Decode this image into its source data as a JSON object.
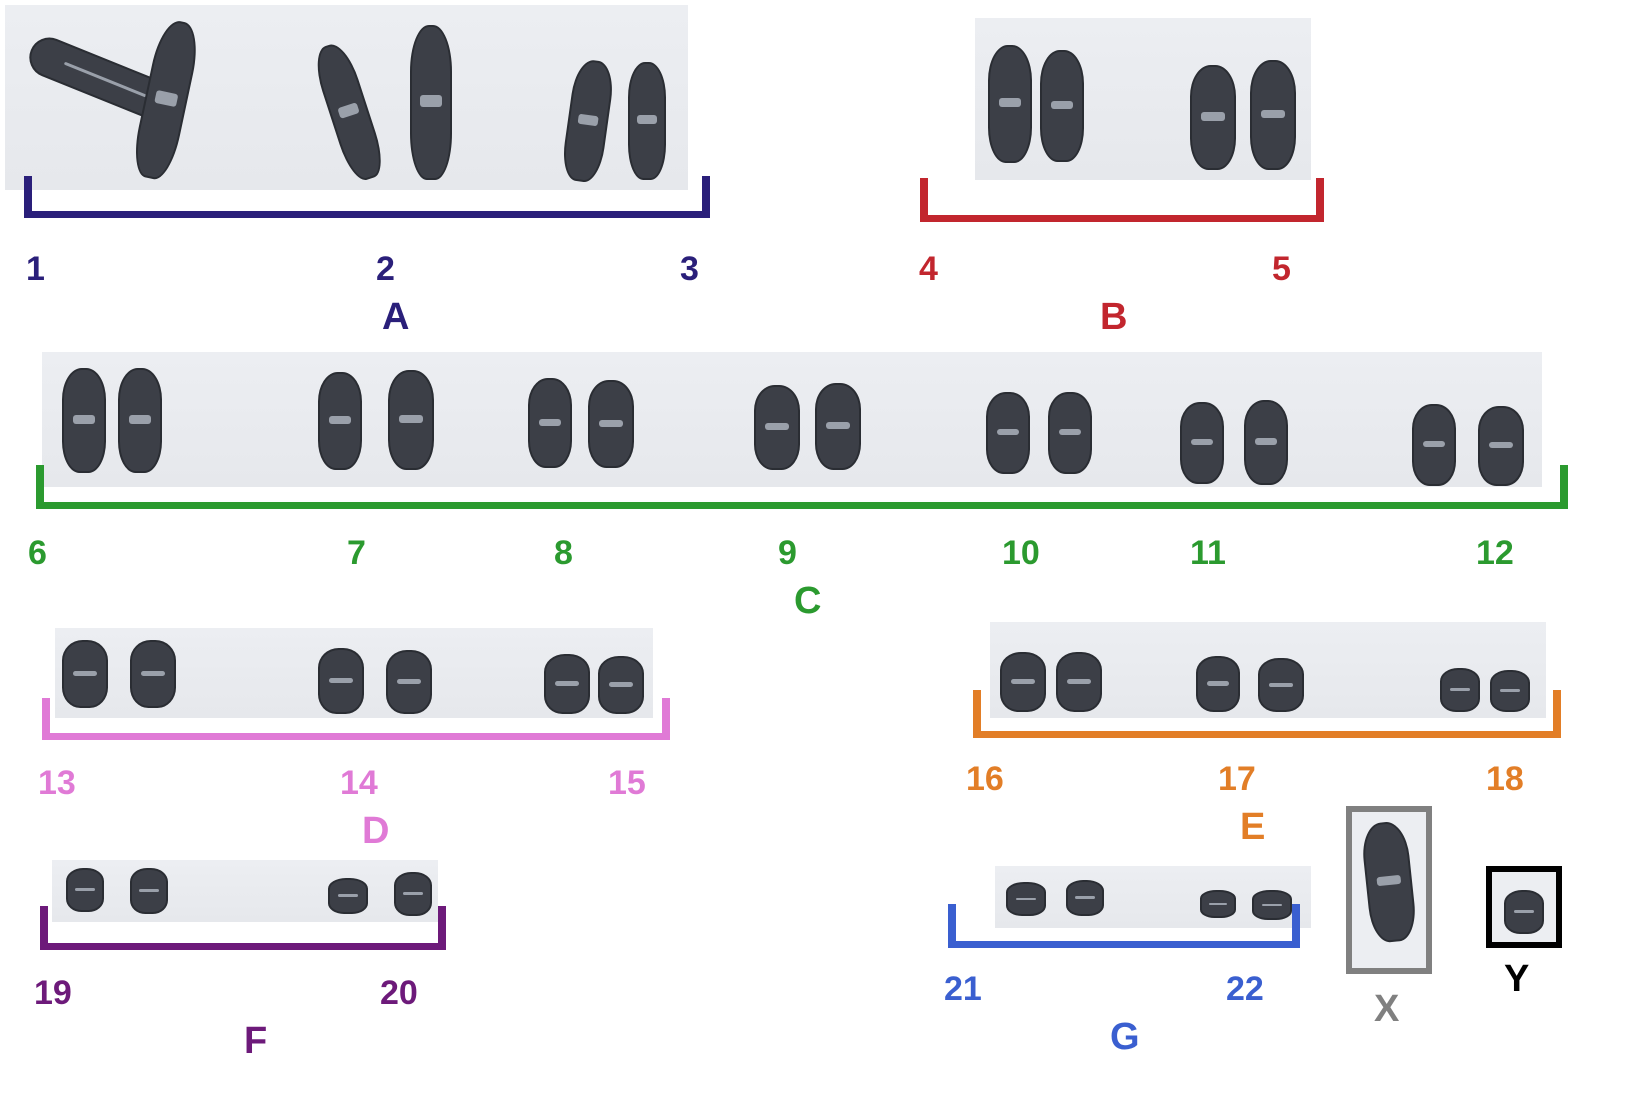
{
  "colors": {
    "A": "#2a1f7a",
    "B": "#c2262e",
    "C": "#2b9a2f",
    "D": "#e07ad6",
    "E": "#e27e27",
    "F": "#6d1a7a",
    "G": "#3a5fd0",
    "X": "#808080",
    "Y": "#000000"
  },
  "groups": {
    "A": {
      "label": "A",
      "numbers": [
        "1",
        "2",
        "3"
      ]
    },
    "B": {
      "label": "B",
      "numbers": [
        "4",
        "5"
      ]
    },
    "C": {
      "label": "C",
      "numbers": [
        "6",
        "7",
        "8",
        "9",
        "10",
        "11",
        "12"
      ]
    },
    "D": {
      "label": "D",
      "numbers": [
        "13",
        "14",
        "15"
      ]
    },
    "E": {
      "label": "E",
      "numbers": [
        "16",
        "17",
        "18"
      ]
    },
    "F": {
      "label": "F",
      "numbers": [
        "19",
        "20"
      ]
    },
    "G": {
      "label": "G",
      "numbers": [
        "21",
        "22"
      ]
    }
  },
  "sex_chromosomes": {
    "X": "X",
    "Y": "Y"
  }
}
